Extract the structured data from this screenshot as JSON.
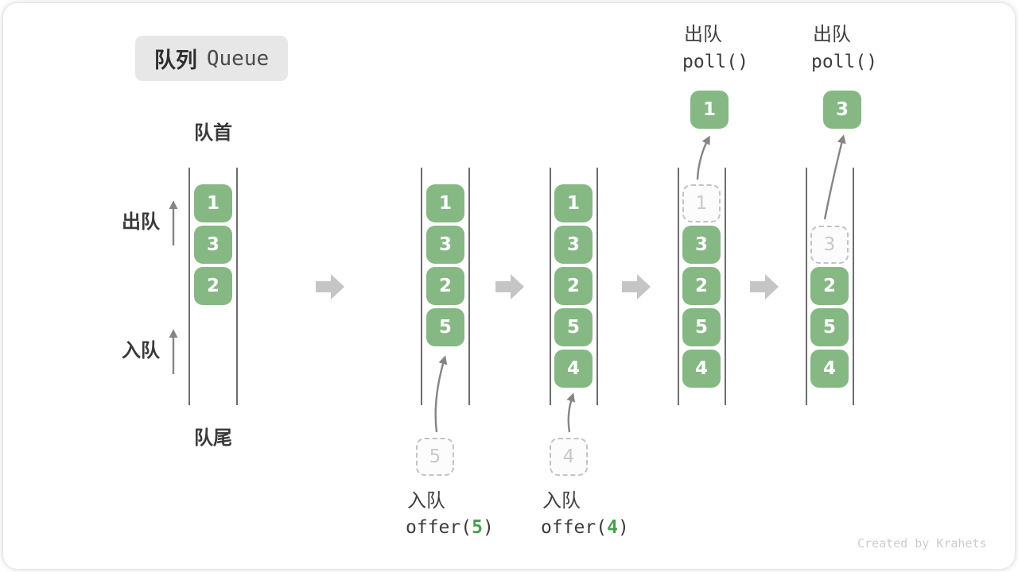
{
  "title": {
    "zh": "队列",
    "en": "Queue"
  },
  "side_labels": {
    "front": "队首",
    "rear": "队尾",
    "dequeue": "出队",
    "enqueue": "入队"
  },
  "queues": [
    {
      "cells": [
        "1",
        "3",
        "2"
      ]
    },
    {
      "cells": [
        "1",
        "3",
        "2",
        "5"
      ],
      "action": {
        "label": "入队",
        "code_pre": "offer(",
        "code_arg": "5",
        "code_post": ")",
        "value": "5"
      }
    },
    {
      "cells": [
        "1",
        "3",
        "2",
        "5",
        "4"
      ],
      "action": {
        "label": "入队",
        "code_pre": "offer(",
        "code_arg": "4",
        "code_post": ")",
        "value": "4"
      }
    },
    {
      "cells": [
        "3",
        "2",
        "5",
        "4"
      ],
      "action": {
        "label": "出队",
        "code": "poll()",
        "removed": "1"
      }
    },
    {
      "cells": [
        "2",
        "5",
        "4"
      ],
      "action": {
        "label": "出队",
        "code": "poll()",
        "removed": "3"
      }
    }
  ],
  "watermark": "Created by Krahets",
  "colors": {
    "cell_green": "#86b884",
    "code_arg_green": "#4c9e50",
    "block_arrow_gray": "#c5c5c5"
  }
}
